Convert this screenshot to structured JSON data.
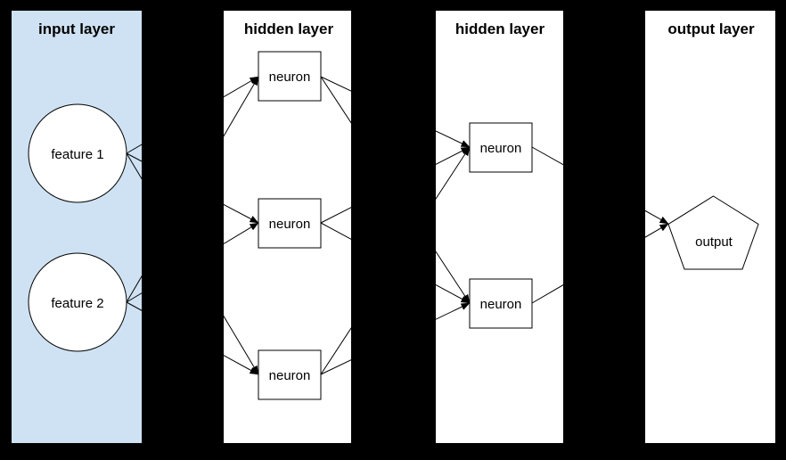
{
  "diagram": {
    "type": "neural-network",
    "layers": [
      {
        "id": "input",
        "title": "input layer",
        "nodes": [
          {
            "id": "f1",
            "label": "feature 1",
            "shape": "circle"
          },
          {
            "id": "f2",
            "label": "feature 2",
            "shape": "circle"
          }
        ]
      },
      {
        "id": "hidden1",
        "title": "hidden layer",
        "nodes": [
          {
            "id": "h1n1",
            "label": "neuron",
            "shape": "rect"
          },
          {
            "id": "h1n2",
            "label": "neuron",
            "shape": "rect"
          },
          {
            "id": "h1n3",
            "label": "neuron",
            "shape": "rect"
          }
        ]
      },
      {
        "id": "hidden2",
        "title": "hidden layer",
        "nodes": [
          {
            "id": "h2n1",
            "label": "neuron",
            "shape": "rect"
          },
          {
            "id": "h2n2",
            "label": "neuron",
            "shape": "rect"
          }
        ]
      },
      {
        "id": "output",
        "title": "output layer",
        "nodes": [
          {
            "id": "out",
            "label": "output",
            "shape": "pentagon"
          }
        ]
      }
    ],
    "edges": [
      {
        "from": "f1",
        "to": "h1n1"
      },
      {
        "from": "f1",
        "to": "h1n2"
      },
      {
        "from": "f1",
        "to": "h1n3"
      },
      {
        "from": "f2",
        "to": "h1n1"
      },
      {
        "from": "f2",
        "to": "h1n2"
      },
      {
        "from": "f2",
        "to": "h1n3"
      },
      {
        "from": "h1n1",
        "to": "h2n1"
      },
      {
        "from": "h1n1",
        "to": "h2n2"
      },
      {
        "from": "h1n2",
        "to": "h2n1"
      },
      {
        "from": "h1n2",
        "to": "h2n2"
      },
      {
        "from": "h1n3",
        "to": "h2n1"
      },
      {
        "from": "h1n3",
        "to": "h2n2"
      },
      {
        "from": "h2n1",
        "to": "out"
      },
      {
        "from": "h2n2",
        "to": "out"
      }
    ]
  },
  "colors": {
    "background": "#000000",
    "input_panel": "#cfe2f3",
    "panel": "#ffffff",
    "node_fill": "#ffffff",
    "line": "#000000"
  }
}
